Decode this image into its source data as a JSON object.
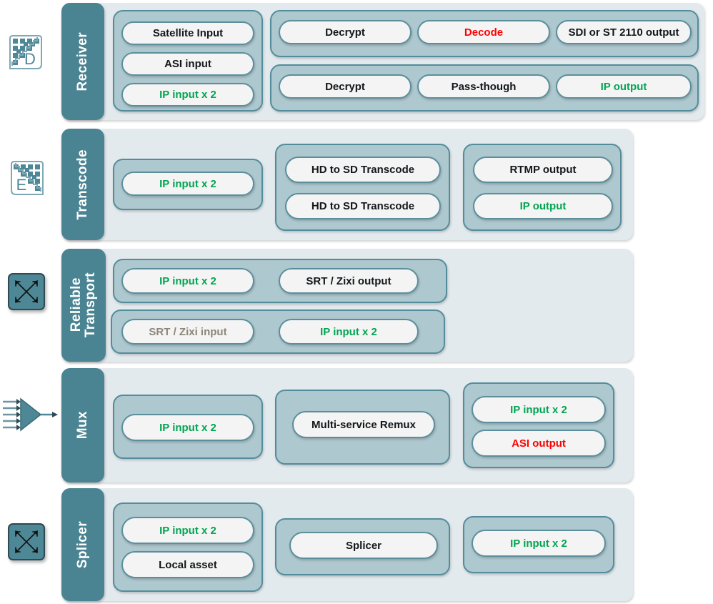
{
  "diagram": {
    "title": "Media processing chain rows",
    "colors": {
      "label_tab": "#4A8492",
      "panel": "#E3EAEE",
      "group": "#AEC8CF",
      "pill": "#F4F4F4",
      "pill_border": "#5B8F9C",
      "green": "#00A551",
      "red": "#FF0000",
      "grey": "#8C8579",
      "black": "#13171A"
    }
  },
  "rows": [
    {
      "id": "receiver",
      "label": "Receiver",
      "icon": "decoder-d-icon",
      "icon_letter": "D",
      "groups": [
        {
          "id": "receiver-inputs",
          "pills": [
            {
              "label": "Satellite Input",
              "color": "black"
            },
            {
              "label": "ASI input",
              "color": "black"
            },
            {
              "label": "IP input x 2",
              "color": "green"
            }
          ]
        },
        {
          "id": "receiver-chain-1",
          "pills": [
            {
              "label": "Decrypt",
              "color": "black"
            },
            {
              "label": "Decode",
              "color": "red"
            },
            {
              "label": "SDI or ST 2110 output",
              "color": "black"
            }
          ]
        },
        {
          "id": "receiver-chain-2",
          "pills": [
            {
              "label": "Decrypt",
              "color": "black"
            },
            {
              "label": "Pass-though",
              "color": "black"
            },
            {
              "label": "IP output",
              "color": "green"
            }
          ]
        }
      ]
    },
    {
      "id": "transcode",
      "label": "Transcode",
      "icon": "encoder-e-icon",
      "icon_letter": "E",
      "groups": [
        {
          "id": "transcode-inputs",
          "pills": [
            {
              "label": "IP input x 2",
              "color": "green"
            }
          ]
        },
        {
          "id": "transcode-process",
          "pills": [
            {
              "label": "HD to SD Transcode",
              "color": "black"
            },
            {
              "label": "HD to SD Transcode",
              "color": "black"
            }
          ]
        },
        {
          "id": "transcode-outputs",
          "pills": [
            {
              "label": "RTMP output",
              "color": "black"
            },
            {
              "label": "IP output",
              "color": "green"
            }
          ]
        }
      ]
    },
    {
      "id": "reliable-transport",
      "label": "Reliable\nTransport",
      "icon": "crossover-switch-icon",
      "icon_letter": "",
      "groups": [
        {
          "id": "transport-chain-1",
          "pills": [
            {
              "label": "IP input x 2",
              "color": "green"
            },
            {
              "label": "SRT / Zixi output",
              "color": "black"
            }
          ]
        },
        {
          "id": "transport-chain-2",
          "pills": [
            {
              "label": "SRT / Zixi input",
              "color": "grey"
            },
            {
              "label": "IP input x 2",
              "color": "green"
            }
          ]
        }
      ]
    },
    {
      "id": "mux",
      "label": "Mux",
      "icon": "mux-funnel-icon",
      "icon_letter": "",
      "groups": [
        {
          "id": "mux-inputs",
          "pills": [
            {
              "label": "IP input x 2",
              "color": "green"
            }
          ]
        },
        {
          "id": "mux-process",
          "pills": [
            {
              "label": "Multi-service Remux",
              "color": "black"
            }
          ]
        },
        {
          "id": "mux-outputs",
          "pills": [
            {
              "label": "IP input x 2",
              "color": "green"
            },
            {
              "label": "ASI output",
              "color": "red"
            }
          ]
        }
      ]
    },
    {
      "id": "splicer",
      "label": "Splicer",
      "icon": "crossover-switch-icon",
      "icon_letter": "",
      "groups": [
        {
          "id": "splicer-inputs",
          "pills": [
            {
              "label": "IP input x 2",
              "color": "green"
            },
            {
              "label": "Local asset",
              "color": "black"
            }
          ]
        },
        {
          "id": "splicer-process",
          "pills": [
            {
              "label": "Splicer",
              "color": "black"
            }
          ]
        },
        {
          "id": "splicer-outputs",
          "pills": [
            {
              "label": "IP input x 2",
              "color": "green"
            }
          ]
        }
      ]
    }
  ]
}
